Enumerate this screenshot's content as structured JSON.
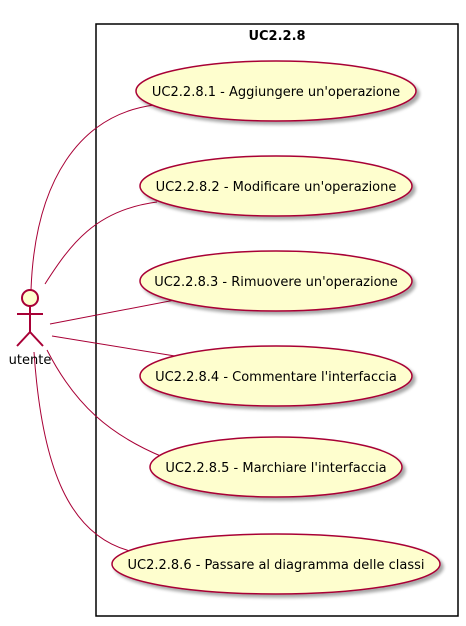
{
  "diagram": {
    "system_name": "UC2.2.8",
    "actor": {
      "name": "utente",
      "icon": "stick-figure-icon"
    },
    "use_cases": [
      {
        "label": "UC2.2.8.1 - Aggiungere un'operazione"
      },
      {
        "label": "UC2.2.8.2 - Modificare un'operazione"
      },
      {
        "label": "UC2.2.8.3 - Rimuovere un'operazione"
      },
      {
        "label": "UC2.2.8.4 - Commentare l'interfaccia"
      },
      {
        "label": "UC2.2.8.5 - Marchiare l'interfaccia"
      },
      {
        "label": "UC2.2.8.6 - Passare al diagramma delle classi"
      }
    ]
  },
  "colors": {
    "ellipse_fill": "#FEFECE",
    "stroke": "#A80036",
    "boundary": "#000000",
    "background": "#FFFFFF"
  }
}
